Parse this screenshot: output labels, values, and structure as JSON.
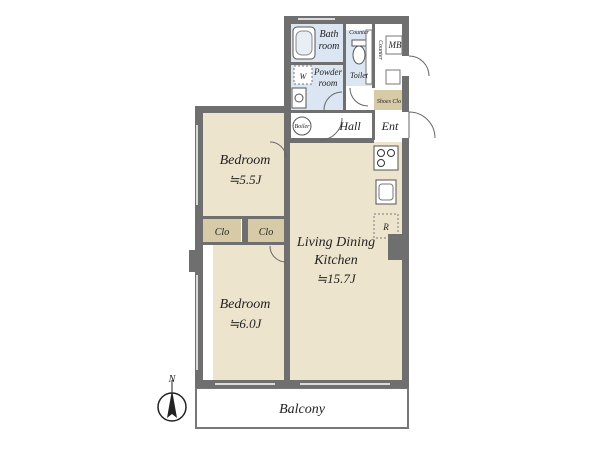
{
  "floor_plan": {
    "rooms": {
      "bedroom_a": {
        "name": "Bedroom",
        "size": "≒5.5J"
      },
      "bedroom_b": {
        "name": "Bedroom",
        "size": "≒6.0J"
      },
      "ldk": {
        "name_line1": "Living Dining",
        "name_line2": "Kitchen",
        "size": "≒15.7J"
      },
      "bath": {
        "line1": "Bath",
        "line2": "room"
      },
      "powder": {
        "line1": "Powder",
        "line2": "room"
      },
      "toilet": "Toilet",
      "hall": "Hall",
      "entrance": "Ent",
      "balcony": "Balcony"
    },
    "labels": {
      "closet_a": "Clo",
      "closet_b": "Clo",
      "shoes_closet": "Shoes Clo",
      "boiler": "Boiler",
      "washer": "W",
      "meter_box": "MB",
      "counter_top": "Counter",
      "counter_side": "Counter",
      "refrigerator": "R"
    },
    "compass": {
      "letter": "N"
    }
  },
  "colors": {
    "wall": "#6f6f6f",
    "floor": "#ece4cc",
    "wet_area": "#dce6f2",
    "closet": "#d6cba6"
  },
  "icons": [
    "compass-icon",
    "bathtub-icon",
    "toilet-icon",
    "sink-icon",
    "stove-icon",
    "door-swing-icon",
    "washer-icon"
  ]
}
